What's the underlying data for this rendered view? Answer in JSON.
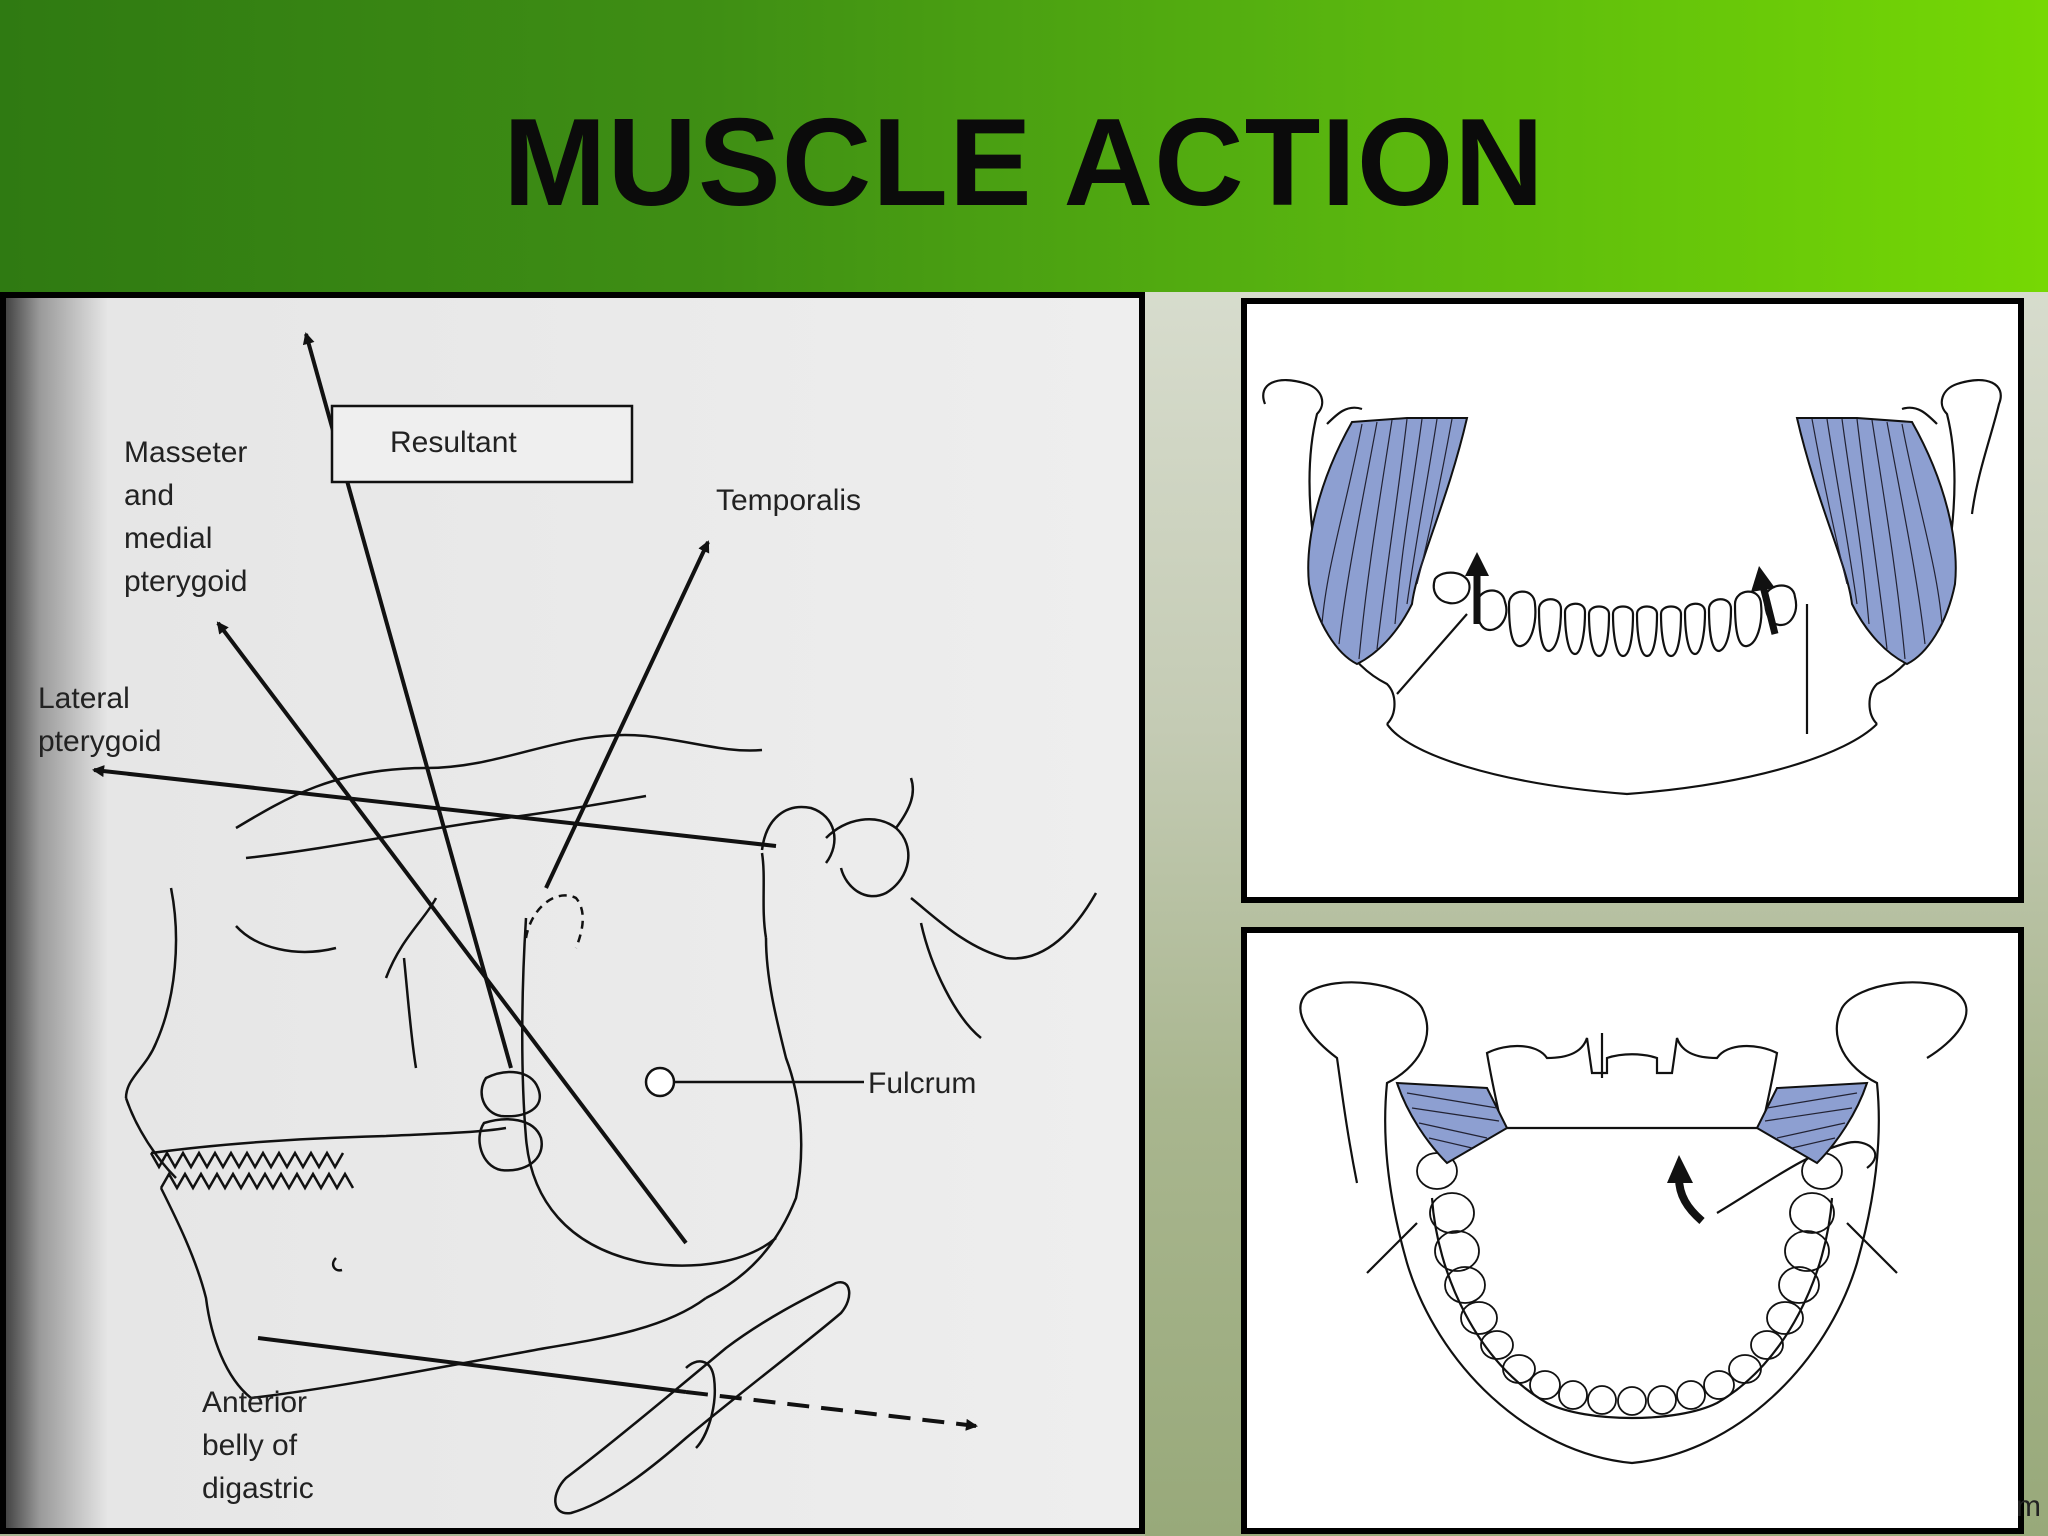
{
  "slide": {
    "title": "MUSCLE ACTION"
  },
  "left_diagram": {
    "labels": {
      "resultant": "Resultant",
      "masseter_1": "Masseter",
      "masseter_2": "and",
      "masseter_3": "medial",
      "masseter_4": "pterygoid",
      "temporalis": "Temporalis",
      "lateral_1": "Lateral",
      "lateral_2": "pterygoid",
      "fulcrum": "Fulcrum",
      "digastric_1": "Anterior",
      "digastric_2": "belly of",
      "digastric_3": "digastric"
    }
  },
  "colors": {
    "muscle_fill": "#8d9fd1",
    "header_left": "#2f7a12",
    "header_right": "#76d804"
  },
  "stray_text": "m"
}
